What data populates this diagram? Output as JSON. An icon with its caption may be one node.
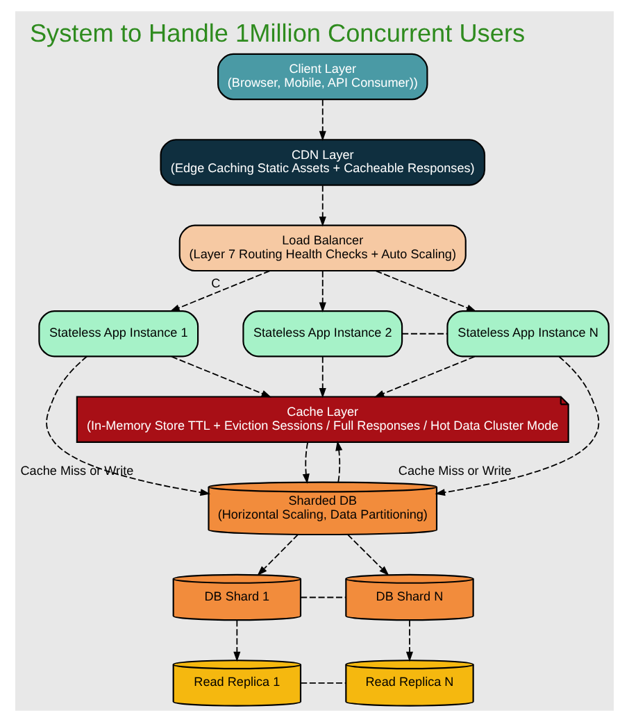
{
  "diagram": {
    "title": "System to Handle 1Million Concurrent Users",
    "nodes": [
      {
        "text": [
          "Client Layer",
          "(Browser, Mobile, API Consumer))"
        ]
      },
      {
        "text": [
          "CDN Layer",
          "(Edge Caching Static Assets + Cacheable Responses)"
        ]
      },
      {
        "text": [
          "Load Balancer",
          "(Layer 7 Routing Health Checks + Auto Scaling)"
        ]
      },
      {
        "text": [
          "Stateless App Instance 1"
        ]
      },
      {
        "text": [
          "Stateless App Instance 2"
        ]
      },
      {
        "text": [
          "Stateless App Instance N"
        ]
      },
      {
        "text": [
          "Cache Layer",
          "(In-Memory Store TTL + Eviction Sessions / Full Responses / Hot Data Cluster Mode"
        ]
      },
      {
        "text": [
          "Sharded DB",
          "(Horizontal Scaling, Data Partitioning)"
        ]
      },
      {
        "text": [
          "DB Shard 1"
        ]
      },
      {
        "text": [
          "DB Shard N"
        ]
      },
      {
        "text": [
          "Read Replica 1"
        ]
      },
      {
        "text": [
          "Read Replica N"
        ]
      }
    ],
    "edges": [
      {
        "from": 0,
        "to": 1,
        "arrow": "to",
        "style": "dashed"
      },
      {
        "from": 1,
        "to": 2,
        "arrow": "to",
        "style": "dashed"
      },
      {
        "from": 2,
        "to": 3,
        "arrow": "to",
        "style": "dashed",
        "label": "C"
      },
      {
        "from": 2,
        "to": 4,
        "arrow": "to",
        "style": "dashed"
      },
      {
        "from": 2,
        "to": 5,
        "arrow": "to",
        "style": "dashed"
      },
      {
        "from": 4,
        "to": 5,
        "arrow": "none",
        "style": "dashed"
      },
      {
        "from": 3,
        "to": 6,
        "arrow": "to",
        "style": "dashed"
      },
      {
        "from": 4,
        "to": 6,
        "arrow": "to",
        "style": "dashed"
      },
      {
        "from": 5,
        "to": 6,
        "arrow": "to",
        "style": "dashed"
      },
      {
        "from": 3,
        "to": 7,
        "arrow": "to",
        "style": "dashed",
        "label": "Cache Miss or Write"
      },
      {
        "from": 5,
        "to": 7,
        "arrow": "to",
        "style": "dashed",
        "label": "Cache Miss or Write"
      },
      {
        "from": 6,
        "to": 7,
        "arrow": "to",
        "style": "dashed"
      },
      {
        "from": 7,
        "to": 6,
        "arrow": "to",
        "style": "dashed"
      },
      {
        "from": 7,
        "to": 8,
        "arrow": "to",
        "style": "dashed"
      },
      {
        "from": 7,
        "to": 9,
        "arrow": "to",
        "style": "dashed"
      },
      {
        "from": 8,
        "to": 9,
        "arrow": "none",
        "style": "dashed"
      },
      {
        "from": 8,
        "to": 10,
        "arrow": "to",
        "style": "dashed"
      },
      {
        "from": 9,
        "to": 11,
        "arrow": "to",
        "style": "dashed"
      },
      {
        "from": 10,
        "to": 11,
        "arrow": "none",
        "style": "dashed"
      }
    ]
  }
}
